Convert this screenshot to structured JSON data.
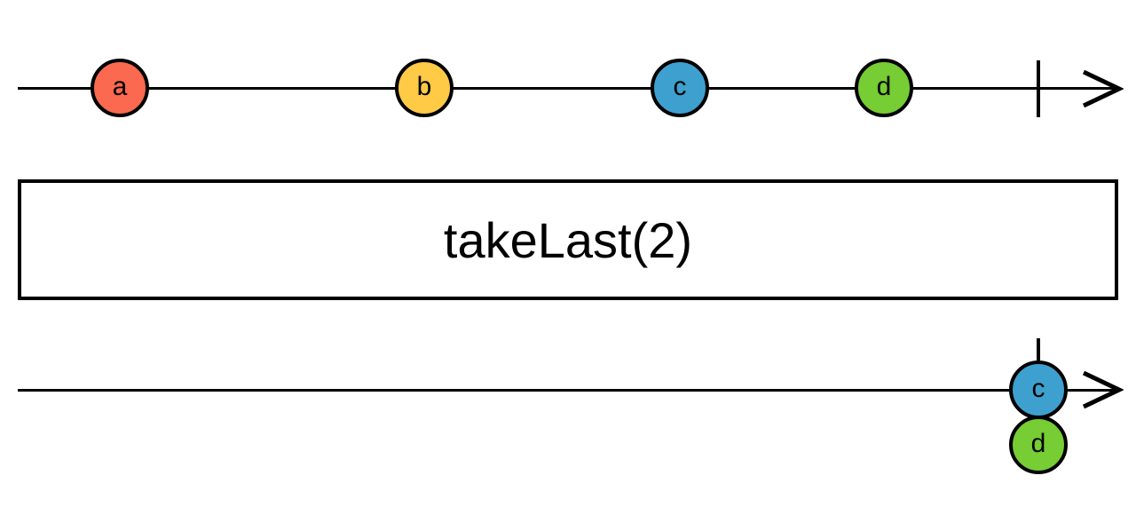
{
  "diagram": {
    "operator": {
      "label": "takeLast(2)"
    },
    "palette": {
      "marble_a": "#FA6950",
      "marble_b": "#FFCA45",
      "marble_c": "#3EA0CE",
      "marble_d": "#76CD34",
      "stroke": "#000000",
      "background": "#FFFFFF"
    },
    "input_stream": {
      "completed": "true",
      "marbles": [
        {
          "label": "a",
          "color": "#FA6950"
        },
        {
          "label": "b",
          "color": "#FFCA45"
        },
        {
          "label": "c",
          "color": "#3EA0CE"
        },
        {
          "label": "d",
          "color": "#76CD34"
        }
      ]
    },
    "output_stream": {
      "completed": "true",
      "marbles": [
        {
          "label": "c",
          "color": "#3EA0CE"
        },
        {
          "label": "d",
          "color": "#76CD34"
        }
      ]
    }
  }
}
